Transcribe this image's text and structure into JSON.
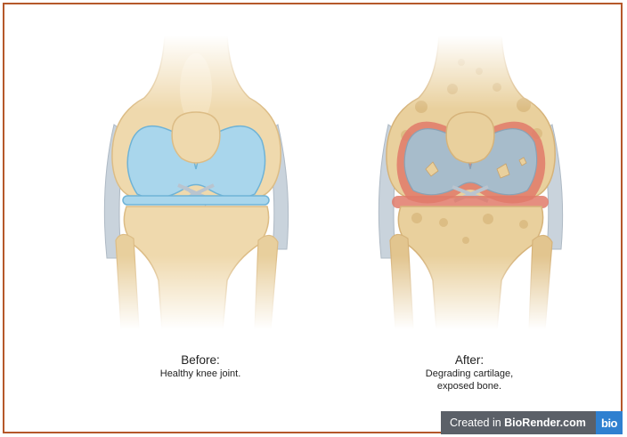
{
  "before": {
    "title": "Before:",
    "subtitle": "Healthy knee joint."
  },
  "after": {
    "title": "After:",
    "subtitle_line1": "Degrading cartilage,",
    "subtitle_line2": "exposed bone."
  },
  "badge": {
    "prefix": "Created in ",
    "brand": "BioRender.com",
    "logo": "bio"
  },
  "colors": {
    "border": "#b5582a",
    "bone": "#efd9ad",
    "bone_shade": "#dcbc85",
    "cartilage": "#a9d6ec",
    "cartilage_edge": "#6fb3d6",
    "degraded_cartilage": "#a7bccb",
    "inflammation": "#e07a6a",
    "ligament": "#c9d3dc",
    "badge_bg": "#5b6068",
    "logo_bg": "#2f80d0"
  }
}
